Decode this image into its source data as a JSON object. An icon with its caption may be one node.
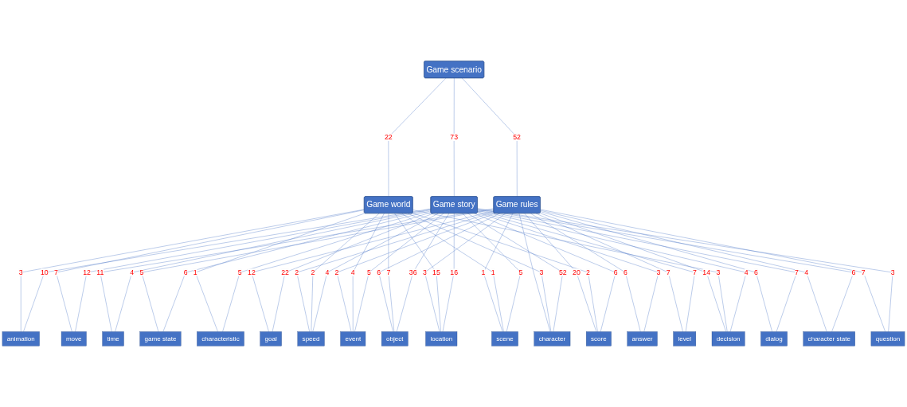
{
  "diagram": {
    "nodes": [
      {
        "text": [
          "Game scenario"
        ]
      },
      {
        "text": [
          "Game story"
        ]
      },
      {
        "text": [
          "Game world"
        ]
      },
      {
        "text": [
          "Game rules"
        ]
      },
      {
        "text": [
          "time"
        ]
      },
      {
        "text": [
          "game state"
        ]
      },
      {
        "text": [
          "goal"
        ]
      },
      {
        "text": [
          "speed"
        ]
      },
      {
        "text": [
          "event"
        ]
      },
      {
        "text": [
          "animation"
        ]
      },
      {
        "text": [
          "move"
        ]
      },
      {
        "text": [
          "object"
        ]
      },
      {
        "text": [
          "characteristic"
        ]
      },
      {
        "text": [
          "location"
        ]
      },
      {
        "text": [
          "scene"
        ]
      },
      {
        "text": [
          "character"
        ]
      },
      {
        "text": [
          "score"
        ]
      },
      {
        "text": [
          "answer"
        ]
      },
      {
        "text": [
          "level"
        ]
      },
      {
        "text": [
          "decision"
        ]
      },
      {
        "text": [
          "dialog"
        ]
      },
      {
        "text": [
          "character state"
        ]
      },
      {
        "text": [
          "question"
        ]
      }
    ],
    "edges": [
      {
        "from": 0,
        "to": 1,
        "arrow": "none",
        "label": "73"
      },
      {
        "from": 0,
        "to": 2,
        "arrow": "none",
        "label": "22"
      },
      {
        "from": 0,
        "to": 3,
        "arrow": "none",
        "label": "52"
      },
      {
        "from": 1,
        "to": 4,
        "arrow": "none",
        "label": "4"
      },
      {
        "from": 3,
        "to": 4,
        "arrow": "none",
        "label": "11"
      },
      {
        "from": 1,
        "to": 5,
        "arrow": "none",
        "label": "6"
      },
      {
        "from": 3,
        "to": 5,
        "arrow": "none",
        "label": "5"
      },
      {
        "from": 1,
        "to": 6,
        "arrow": "none",
        "label": "22"
      },
      {
        "from": 3,
        "to": 6,
        "arrow": "none",
        "label": "12"
      },
      {
        "from": 1,
        "to": 7,
        "arrow": "none",
        "label": "4"
      },
      {
        "from": 2,
        "to": 7,
        "arrow": "none",
        "label": "2"
      },
      {
        "from": 3,
        "to": 7,
        "arrow": "none",
        "label": "2"
      },
      {
        "from": 1,
        "to": 8,
        "arrow": "none",
        "label": "5"
      },
      {
        "from": 2,
        "to": 8,
        "arrow": "none",
        "label": "4"
      },
      {
        "from": 3,
        "to": 8,
        "arrow": "none",
        "label": "2"
      },
      {
        "from": 1,
        "to": 9,
        "arrow": "none",
        "label": "10"
      },
      {
        "from": 2,
        "to": 9,
        "arrow": "none",
        "label": "3"
      },
      {
        "from": 1,
        "to": 10,
        "arrow": "none",
        "label": "12"
      },
      {
        "from": 2,
        "to": 10,
        "arrow": "none",
        "label": "7"
      },
      {
        "from": 1,
        "to": 11,
        "arrow": "none",
        "label": "36"
      },
      {
        "from": 2,
        "to": 11,
        "arrow": "none",
        "label": "7"
      },
      {
        "from": 3,
        "to": 11,
        "arrow": "none",
        "label": "6"
      },
      {
        "from": 1,
        "to": 12,
        "arrow": "none",
        "label": "5"
      },
      {
        "from": 2,
        "to": 12,
        "arrow": "none",
        "label": "1"
      },
      {
        "from": 1,
        "to": 13,
        "arrow": "none",
        "label": "16"
      },
      {
        "from": 2,
        "to": 13,
        "arrow": "none",
        "label": "15"
      },
      {
        "from": 3,
        "to": 13,
        "arrow": "none",
        "label": "3"
      },
      {
        "from": 1,
        "to": 14,
        "arrow": "none",
        "label": "5"
      },
      {
        "from": 2,
        "to": 14,
        "arrow": "none",
        "label": "1"
      },
      {
        "from": 3,
        "to": 14,
        "arrow": "none",
        "label": "1"
      },
      {
        "from": 1,
        "to": 15,
        "arrow": "none",
        "label": "52"
      },
      {
        "from": 2,
        "to": 15,
        "arrow": "none",
        "label": "3"
      },
      {
        "from": 3,
        "to": 15,
        "arrow": "none"
      },
      {
        "from": 1,
        "to": 16,
        "arrow": "none",
        "label": "6"
      },
      {
        "from": 2,
        "to": 16,
        "arrow": "none",
        "label": "2"
      },
      {
        "from": 3,
        "to": 16,
        "arrow": "none",
        "label": "20"
      },
      {
        "from": 1,
        "to": 17,
        "arrow": "none",
        "label": "3"
      },
      {
        "from": 3,
        "to": 17,
        "arrow": "none",
        "label": "6"
      },
      {
        "from": 1,
        "to": 18,
        "arrow": "none",
        "label": "7"
      },
      {
        "from": 3,
        "to": 18,
        "arrow": "none",
        "label": "7"
      },
      {
        "from": 1,
        "to": 19,
        "arrow": "none",
        "label": "4"
      },
      {
        "from": 2,
        "to": 19,
        "arrow": "none",
        "label": "3"
      },
      {
        "from": 3,
        "to": 19,
        "arrow": "none",
        "label": "14"
      },
      {
        "from": 1,
        "to": 20,
        "arrow": "none",
        "label": "7"
      },
      {
        "from": 3,
        "to": 20,
        "arrow": "none",
        "label": "6"
      },
      {
        "from": 1,
        "to": 21,
        "arrow": "none",
        "label": "6"
      },
      {
        "from": 3,
        "to": 21,
        "arrow": "none",
        "label": "4"
      },
      {
        "from": 1,
        "to": 22,
        "arrow": "none",
        "label": "3"
      },
      {
        "from": 3,
        "to": 22,
        "arrow": "none",
        "label": "7"
      }
    ]
  }
}
